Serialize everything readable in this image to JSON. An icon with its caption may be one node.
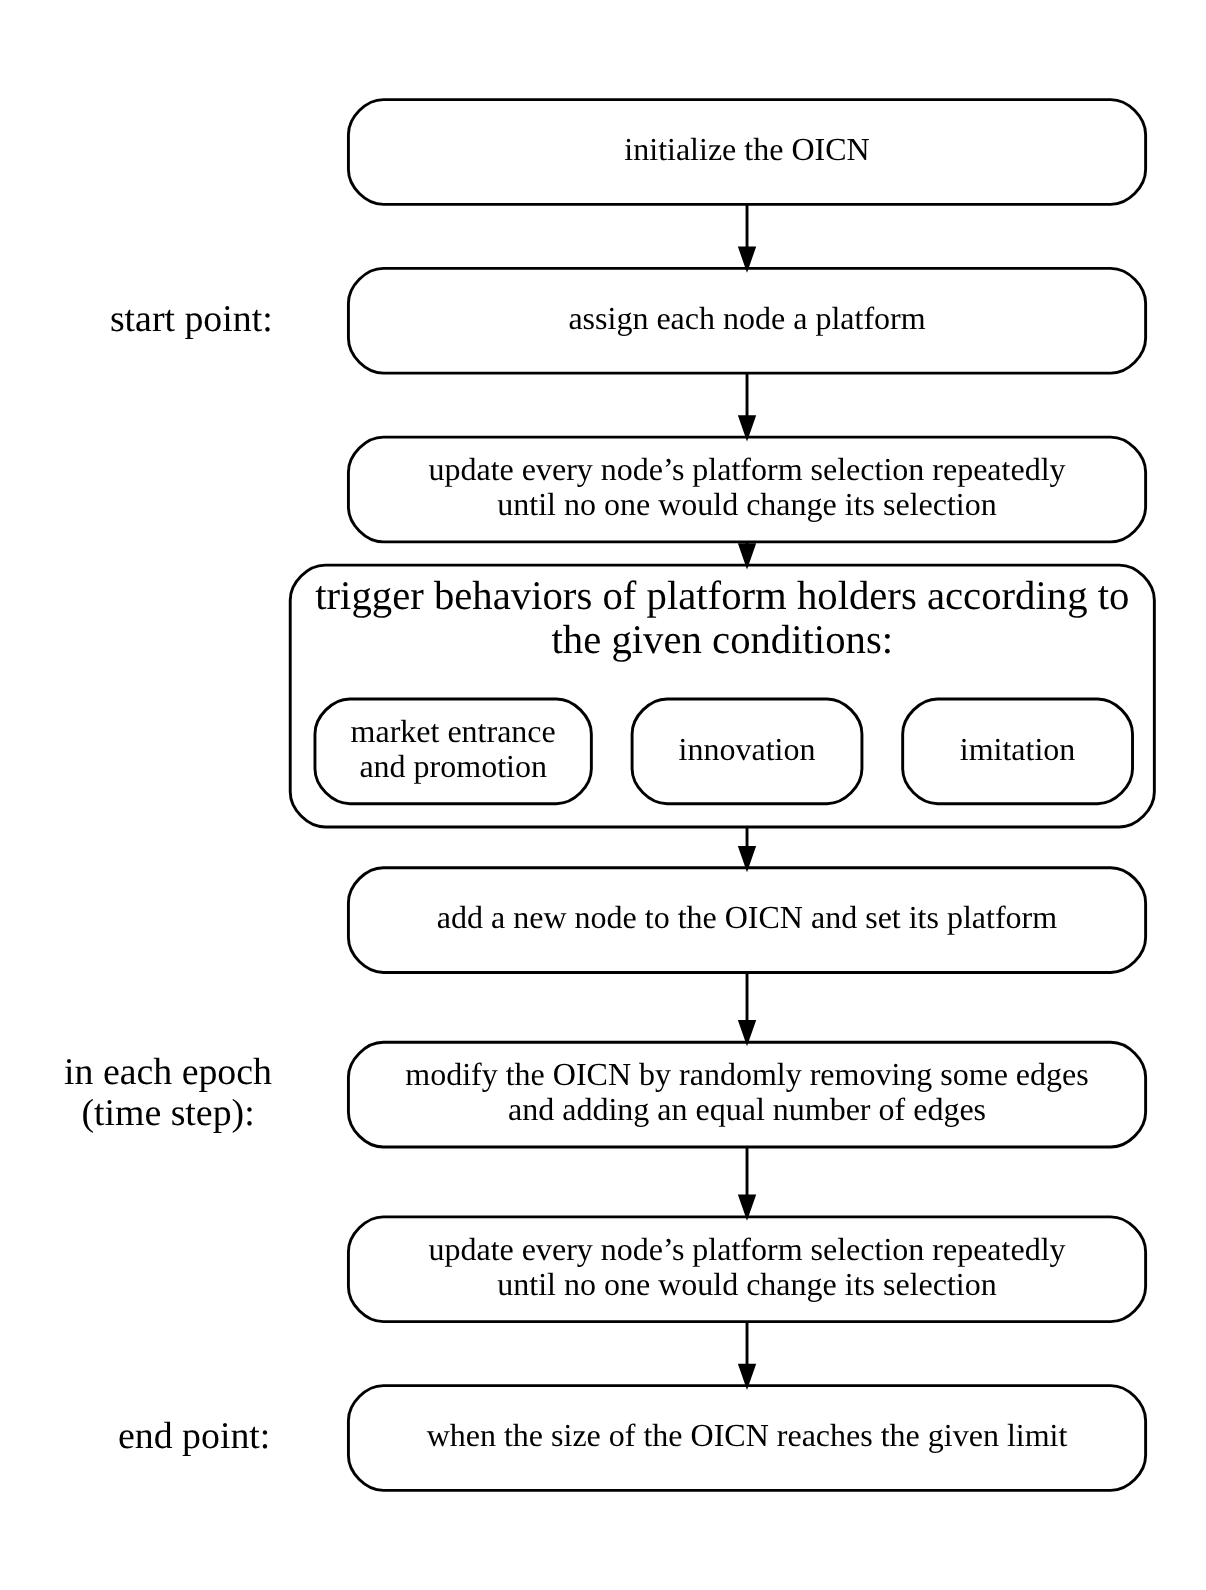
{
  "diagram": {
    "nodes": [
      {
        "text": [
          "initialize the OICN"
        ]
      },
      {
        "text": [
          "assign each node a platform"
        ]
      },
      {
        "text": [
          "update every node’s platform selection repeatedly until no one would change its selection"
        ]
      },
      {
        "text": [
          "trigger behaviors of platform holders according to the given conditions:"
        ]
      },
      {
        "text": [
          "market entrance and promotion"
        ],
        "in": 3
      },
      {
        "text": [
          "innovation"
        ],
        "in": 3
      },
      {
        "text": [
          "imitation"
        ],
        "in": 3
      },
      {
        "text": [
          "add a new node to the OICN and set its platform"
        ]
      },
      {
        "text": [
          "modify the OICN by randomly removing some edges and adding an equal number of edges"
        ]
      },
      {
        "text": [
          "update every node’s platform selection repeatedly until no one would change its selection"
        ]
      },
      {
        "text": [
          "when the size of the OICN reaches the given limit"
        ]
      }
    ],
    "edges": [
      {
        "from": 0,
        "to": 1,
        "arrow": "to"
      },
      {
        "from": 1,
        "to": 2,
        "arrow": "to"
      },
      {
        "from": 2,
        "to": 3,
        "arrow": "to"
      },
      {
        "from": 3,
        "to": 7,
        "arrow": "to"
      },
      {
        "from": 7,
        "to": 8,
        "arrow": "to"
      },
      {
        "from": 8,
        "to": 9,
        "arrow": "to"
      },
      {
        "from": 9,
        "to": 10,
        "arrow": "to"
      }
    ],
    "labels": [
      "start point:",
      "in each epoch (time step):",
      "end point:"
    ]
  }
}
